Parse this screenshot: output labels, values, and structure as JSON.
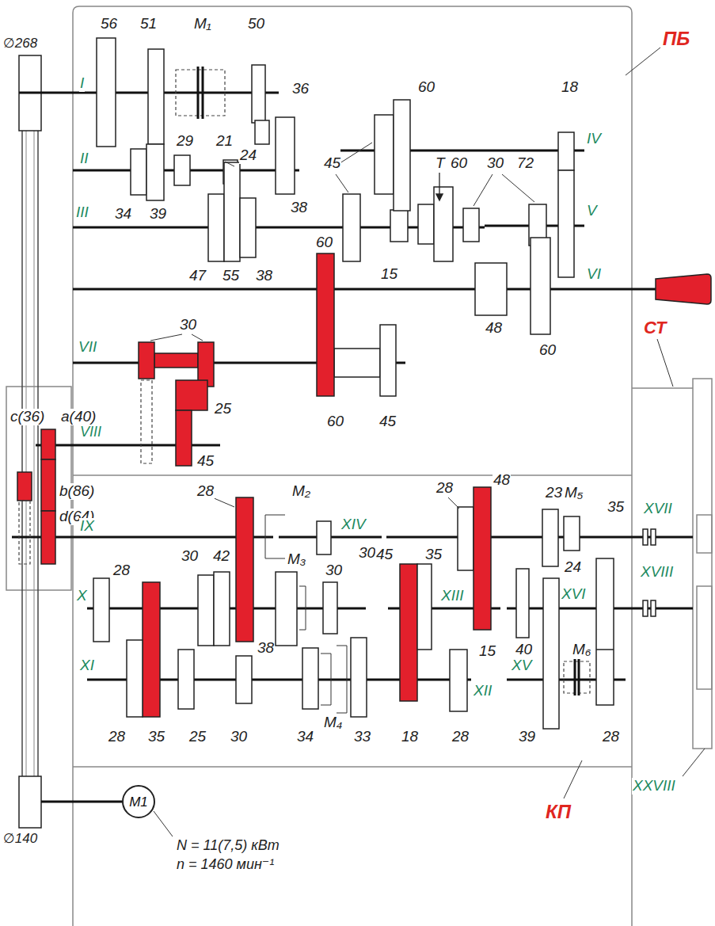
{
  "diagram": {
    "nodes": [
      {
        "text": [
          "M1"
        ]
      }
    ],
    "labels": [
      "∅268",
      "56",
      "51",
      "M₁",
      "50",
      "ПБ",
      "I",
      "36",
      "II",
      "29",
      "21",
      "24",
      "60",
      "18",
      "IV",
      "T",
      "60",
      "30",
      "72",
      "45",
      "38",
      "III",
      "34",
      "39",
      "47",
      "55",
      "38",
      "60",
      "15",
      "V",
      "VI",
      "48",
      "60",
      "VII",
      "30",
      "СТ",
      "25",
      "60",
      "45",
      "c(36)",
      "a(40)",
      "VIII",
      "45",
      "b(86)",
      "d(64)",
      "28",
      "M₂",
      "28",
      "48",
      "23",
      "M₅",
      "35",
      "XVII",
      "IX",
      "XIV",
      "30",
      "28",
      "30",
      "42",
      "M₃",
      "30",
      "45",
      "35",
      "24",
      "XVIII",
      "X",
      "XIII",
      "XVI",
      "38",
      "40",
      "15",
      "XV",
      "M₆",
      "XI",
      "XII",
      "28",
      "35",
      "25",
      "30",
      "34",
      "M₄",
      "33",
      "18",
      "28",
      "39",
      "28",
      "XXVIII",
      "∅140",
      "N = 11(7,5) кВт",
      "n = 1460 мин⁻¹",
      "КП"
    ]
  }
}
